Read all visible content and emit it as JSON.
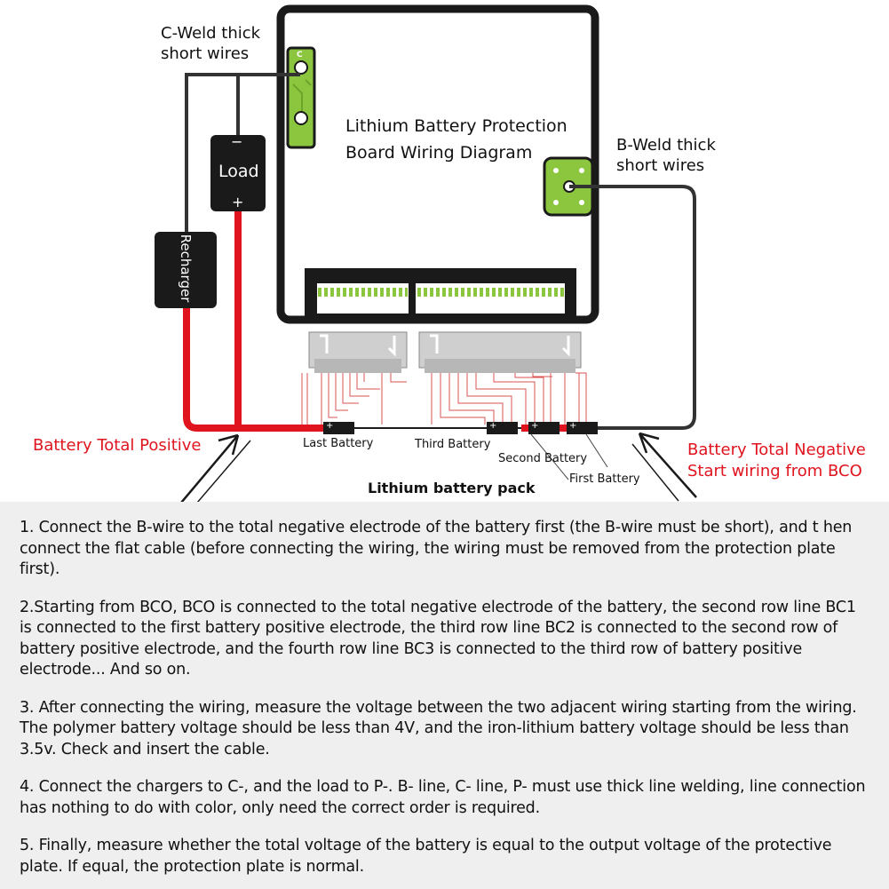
{
  "diagram": {
    "title_line1": "Lithium Battery Protection",
    "title_line2": "Board Wiring Diagram",
    "c_weld_line1": "C-Weld thick",
    "c_weld_line2": "short wires",
    "b_weld_line1": "B-Weld thick",
    "b_weld_line2": "short wires",
    "c_pad_mark": "C",
    "load_label": "Load",
    "load_minus": "−",
    "load_plus": "+",
    "recharger_label": "Recharger",
    "total_positive": "Battery Total Positive",
    "total_negative_line1": "Battery Total Negative",
    "total_negative_line2": "Start wiring from BCO",
    "last_battery": "Last Battery",
    "third_battery": "Third Battery",
    "second_battery": "Second Battery",
    "first_battery": "First Battery",
    "pack_label": "Lithium battery pack",
    "battery_plus": "+",
    "colors": {
      "red": "#e0141e",
      "wire": "#333333",
      "board_green": "#8cc63f"
    }
  },
  "instructions": {
    "step1": "1. Connect the B-wire to the total negative electrode of the battery first (the B-wire must be short), and t hen connect the flat cable (before connecting the wiring, the wiring must be removed from the protection plate first).",
    "step2": "2.Starting from BCO, BCO is connected to the total negative electrode of the battery, the second row line BC1 is connected to the first battery positive electrode, the third row line BC2 is connected to the second row of battery positive electrode, and the fourth row line BC3 is connected to the third row of battery positive electrode... And so on.",
    "step3": "3. After connecting the wiring, measure the voltage between the two adjacent wiring starting from the wiring. The polymer battery voltage should be less than 4V, and the iron-lithium battery voltage should be less than 3.5v. Check and insert the cable.",
    "step4": "4. Connect the chargers to C-, and the load to P-. B- line, C- line, P- must use thick line welding, line connection has nothing to do with color, only need the correct order is required.",
    "step5": "5. Finally, measure whether the total voltage of the battery is equal to the output voltage of the protective plate. If equal, the protection plate is normal."
  }
}
